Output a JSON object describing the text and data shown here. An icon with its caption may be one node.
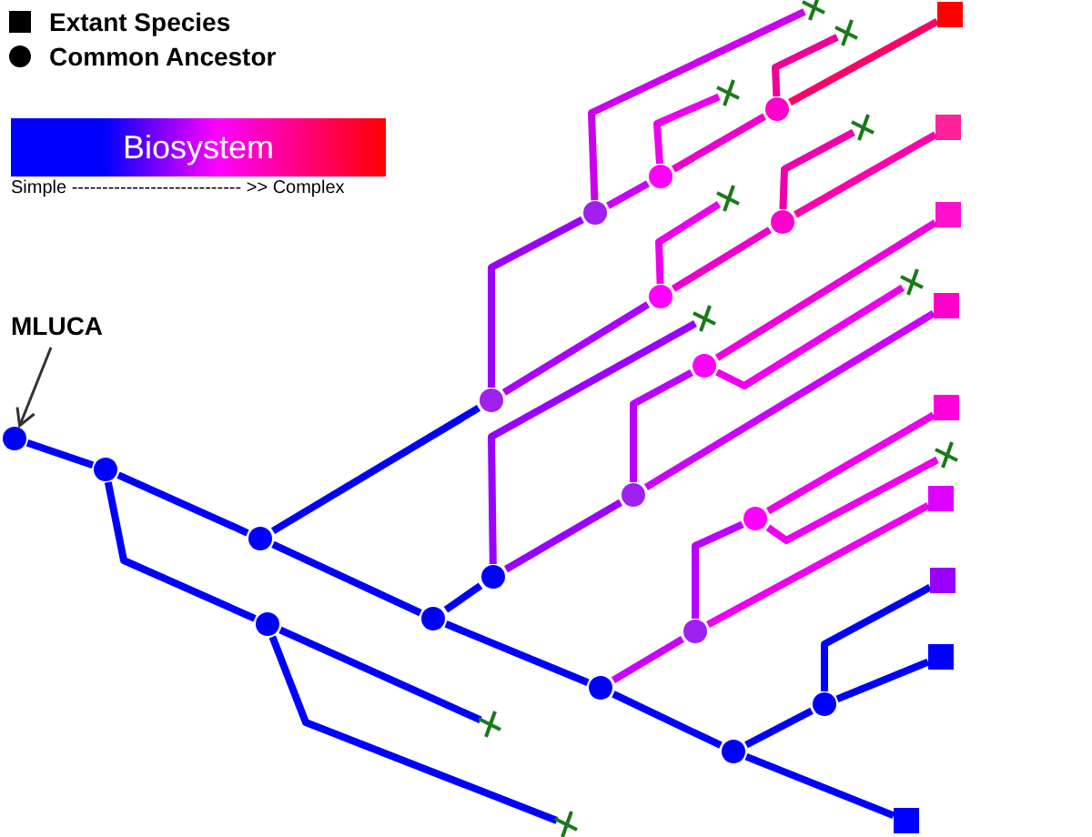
{
  "diagram": {
    "nodes": [
      {
        "text": [
          "MLUCA"
        ]
      },
      {
        "text": [
          "Biosystem"
        ]
      },
      {
        "text": [],
        "shape": "circle"
      },
      {
        "text": [],
        "shape": "circle"
      },
      {
        "text": [],
        "shape": "circle"
      },
      {
        "text": [],
        "shape": "circle"
      },
      {
        "text": [],
        "shape": "circle"
      },
      {
        "text": [],
        "shape": "circle"
      },
      {
        "text": [],
        "shape": "circle"
      },
      {
        "text": [],
        "shape": "circle"
      },
      {
        "text": [],
        "shape": "circle"
      },
      {
        "text": [],
        "shape": "circle"
      },
      {
        "text": [],
        "shape": "circle"
      },
      {
        "text": [],
        "shape": "circle"
      },
      {
        "text": [],
        "shape": "circle"
      },
      {
        "text": [],
        "shape": "circle"
      },
      {
        "text": [],
        "shape": "circle"
      },
      {
        "text": [],
        "shape": "circle"
      },
      {
        "text": [],
        "shape": "circle"
      },
      {
        "text": [],
        "shape": "circle"
      },
      {
        "text": [],
        "shape": "circle"
      },
      {
        "text": [],
        "shape": "square"
      },
      {
        "text": [],
        "shape": "square"
      },
      {
        "text": [],
        "shape": "square"
      },
      {
        "text": [],
        "shape": "square"
      },
      {
        "text": [],
        "shape": "square"
      },
      {
        "text": [],
        "shape": "square"
      },
      {
        "text": [],
        "shape": "square"
      },
      {
        "text": [],
        "shape": "square"
      },
      {
        "text": [],
        "shape": "square"
      },
      {
        "text": [],
        "shape": "cross"
      },
      {
        "text": [],
        "shape": "cross"
      },
      {
        "text": [],
        "shape": "cross"
      },
      {
        "text": [],
        "shape": "cross"
      },
      {
        "text": [],
        "shape": "cross"
      },
      {
        "text": [],
        "shape": "cross"
      },
      {
        "text": [],
        "shape": "cross"
      },
      {
        "text": [],
        "shape": "cross"
      },
      {
        "text": [],
        "shape": "cross"
      },
      {
        "text": [],
        "shape": "cross"
      }
    ],
    "edges": [
      {
        "from": 0,
        "to": 2,
        "arrow": "to",
        "color": "#333333"
      },
      {
        "from": 2,
        "to": 3,
        "arrow": "none"
      },
      {
        "from": 3,
        "to": 4,
        "arrow": "none"
      },
      {
        "from": 3,
        "to": 5,
        "arrow": "none"
      },
      {
        "from": 5,
        "to": 38,
        "arrow": "none"
      },
      {
        "from": 5,
        "to": 39,
        "arrow": "none"
      },
      {
        "from": 4,
        "to": 6,
        "arrow": "none"
      },
      {
        "from": 4,
        "to": 8,
        "arrow": "none"
      },
      {
        "from": 6,
        "to": 7,
        "arrow": "none"
      },
      {
        "from": 6,
        "to": 10,
        "arrow": "none"
      },
      {
        "from": 10,
        "to": 16,
        "arrow": "none"
      },
      {
        "from": 16,
        "to": 29,
        "arrow": "none"
      },
      {
        "from": 16,
        "to": 20,
        "arrow": "none"
      },
      {
        "from": 20,
        "to": 28,
        "arrow": "none"
      },
      {
        "from": 20,
        "to": 27,
        "arrow": "none"
      },
      {
        "from": 10,
        "to": 14,
        "arrow": "none",
        "color": "#cc00ff"
      },
      {
        "from": 14,
        "to": 26,
        "arrow": "none",
        "color": "#ee00ee"
      },
      {
        "from": 14,
        "to": 17,
        "arrow": "none",
        "color": "#bb00ff"
      },
      {
        "from": 17,
        "to": 25,
        "arrow": "none",
        "color": "#ee00ee"
      },
      {
        "from": 17,
        "to": 37,
        "arrow": "none",
        "color": "#ee00ee"
      },
      {
        "from": 7,
        "to": 11,
        "arrow": "none",
        "color": "#9900ff"
      },
      {
        "from": 7,
        "to": 36,
        "arrow": "none",
        "color": "#9900ff"
      },
      {
        "from": 11,
        "to": 24,
        "arrow": "none",
        "color": "#cc00ff"
      },
      {
        "from": 11,
        "to": 15,
        "arrow": "none",
        "color": "#bb00ff"
      },
      {
        "from": 15,
        "to": 23,
        "arrow": "none",
        "color": "#ee00dd"
      },
      {
        "from": 15,
        "to": 35,
        "arrow": "none",
        "color": "#ee00ee"
      },
      {
        "from": 8,
        "to": 9,
        "arrow": "none",
        "color": "#9900ff"
      },
      {
        "from": 8,
        "to": 12,
        "arrow": "none",
        "color": "#aa00ff"
      },
      {
        "from": 12,
        "to": 34,
        "arrow": "none",
        "color": "#ee00ee"
      },
      {
        "from": 12,
        "to": 19,
        "arrow": "none",
        "color": "#ee00cc"
      },
      {
        "from": 19,
        "to": 22,
        "arrow": "none",
        "color": "#ff00aa"
      },
      {
        "from": 19,
        "to": 33,
        "arrow": "none",
        "color": "#ee00aa"
      },
      {
        "from": 9,
        "to": 30,
        "arrow": "none",
        "color": "#cc00ee"
      },
      {
        "from": 9,
        "to": 13,
        "arrow": "none",
        "color": "#cc00ff"
      },
      {
        "from": 13,
        "to": 32,
        "arrow": "none",
        "color": "#ee00ee"
      },
      {
        "from": 13,
        "to": 18,
        "arrow": "none",
        "color": "#ee00cc"
      },
      {
        "from": 18,
        "to": 21,
        "arrow": "none",
        "color": "#ff0066"
      },
      {
        "from": 18,
        "to": 31,
        "arrow": "none",
        "color": "#ee0099"
      }
    ],
    "labels": [
      "Simple ---------------------------- >> Complex"
    ],
    "legend": [
      {
        "text": "Extant Species"
      },
      {
        "text": "Common Ancestor"
      }
    ]
  }
}
